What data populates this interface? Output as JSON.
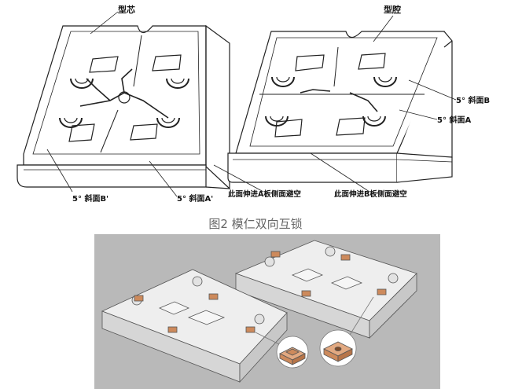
{
  "top_drawing": {
    "core_label": "型芯",
    "cavity_label": "型腔",
    "label_slope_b_prime": "5° 斜面B'",
    "label_slope_a_prime": "5° 斜面A'",
    "label_slope_b": "5° 斜面B",
    "label_slope_a": "5° 斜面A",
    "label_a_clearance": "此面伸进A板侧面避空",
    "label_b_clearance": "此面伸进B板侧面避空"
  },
  "caption": "图2 模仁双向互锁",
  "colors": {
    "line": "#222222",
    "panel_bg": "#b9b9b9",
    "plate_top": "#eeeeee",
    "plate_side": "#d6d6d6",
    "block": "#cd8a5c",
    "block_light": "#e2a981"
  }
}
